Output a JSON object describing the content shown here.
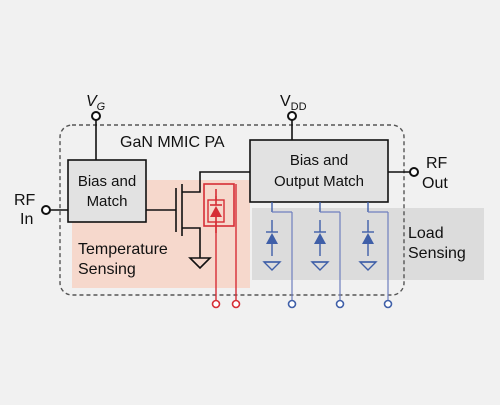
{
  "diagram": {
    "title": "GaN MMIC PA",
    "vg": {
      "main": "V",
      "sub": "G"
    },
    "vdd": {
      "main": "V",
      "sub": "DD"
    },
    "rf_in": {
      "line1": "RF",
      "line2": "In"
    },
    "rf_out": {
      "line1": "RF",
      "line2": "Out"
    },
    "bias_match": {
      "line1": "Bias and",
      "line2": "Match"
    },
    "bias_output_match": {
      "line1": "Bias and",
      "line2": "Output Match"
    },
    "temperature_sensing": {
      "line1": "Temperature",
      "line2": "Sensing"
    },
    "load_sensing": {
      "line1": "Load",
      "line2": "Sensing"
    }
  },
  "colors": {
    "background": "#f1f1f1",
    "temperature_region": "#f6d8cc",
    "load_region": "#dcdcdc",
    "block_fill": "#e2e2e2",
    "wire": "#111111",
    "temperature_sensor": "#d62d35",
    "load_sensor": "#3f5fa8",
    "load_wire": "#6f7fbf"
  },
  "icons": [
    "diode-icon",
    "ground-icon",
    "transistor-icon",
    "terminal-icon"
  ]
}
